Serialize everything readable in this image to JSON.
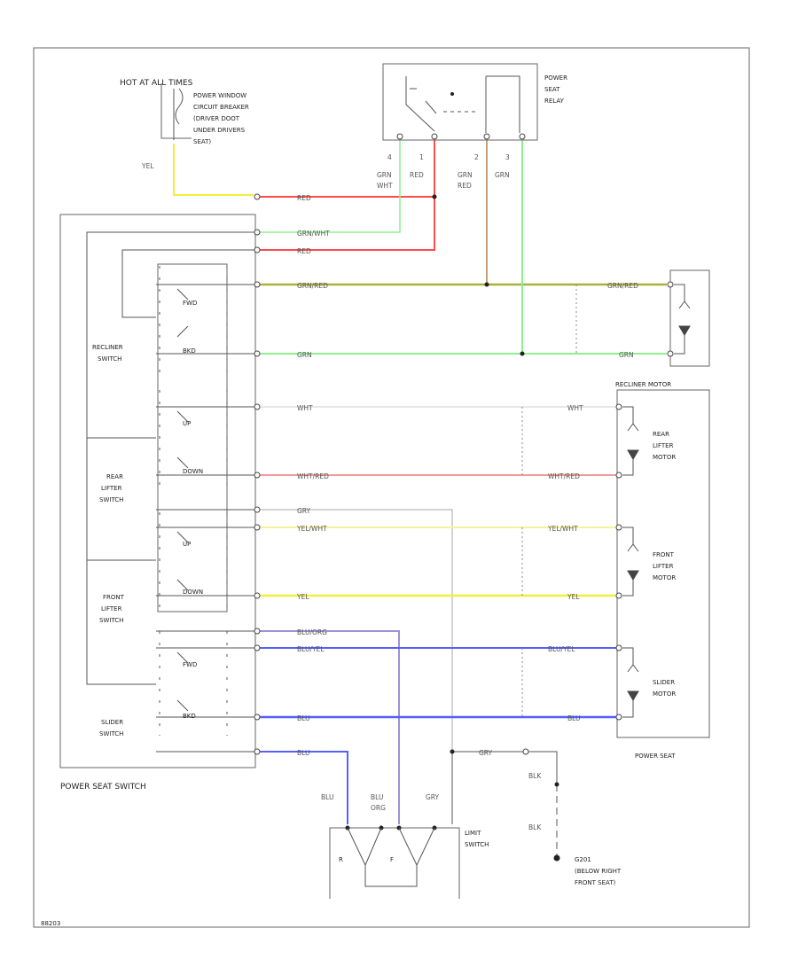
{
  "labels": {
    "hot_at_all_times": "HOT AT ALL TIMES",
    "circuit_breaker": [
      "POWER WINDOW",
      "CIRCUIT BREAKER",
      "(DRIVER DOOT",
      "UNDER DRIVERS",
      "SEAT)"
    ],
    "power_seat_relay": [
      "POWER",
      "SEAT",
      "RELAY"
    ],
    "relay_terminals": [
      "4",
      "1",
      "2",
      "3"
    ],
    "relay_wires": [
      [
        "GRN",
        "WHT"
      ],
      [
        "RED"
      ],
      [
        "GRN",
        "RED"
      ],
      [
        "GRN"
      ]
    ],
    "yel": "YEL",
    "recliner_switch": [
      "RECLINER",
      "SWITCH"
    ],
    "rear_lifter_switch": [
      "REAR",
      "LIFTER",
      "SWITCH"
    ],
    "front_lifter_switch": [
      "FRONT",
      "LIFTER",
      "SWITCH"
    ],
    "slider_switch": [
      "SLIDER",
      "SWITCH"
    ],
    "power_seat_switch": "POWER SEAT SWITCH",
    "recliner_motor": "RECLINER MOTOR",
    "rear_lifter_motor": [
      "REAR",
      "LIFTER",
      "MOTOR"
    ],
    "front_lifter_motor": [
      "FRONT",
      "LIFTER",
      "MOTOR"
    ],
    "slider_motor": [
      "SLIDER",
      "MOTOR"
    ],
    "power_seat": "POWER SEAT",
    "limit_switch": [
      "LIMIT",
      "SWITCH"
    ],
    "ground": [
      "G201",
      "(BELOW RIGHT",
      "FRONT SEAT)"
    ],
    "bottom_wires": [
      [
        "BLU"
      ],
      [
        "BLU",
        "ORG"
      ],
      [
        "GRY"
      ]
    ],
    "blk": "BLK",
    "fwd": "FWD",
    "bkd": "BKD",
    "up": "UP",
    "down": "DOWN",
    "figure_id": "88203"
  },
  "wires": {
    "red": "RED",
    "grn_wht": "GRN/WHT",
    "grn_red": "GRN/RED",
    "grn": "GRN",
    "wht": "WHT",
    "wht_red": "WHT/RED",
    "gry": "GRY",
    "yel_wht": "YEL/WHT",
    "yel": "YEL",
    "blu_org": "BLU/ORG",
    "blu_yel": "BLU/YEL",
    "blu": "BLU"
  },
  "colors": {
    "red": "#ff4b4b",
    "green": "#8ef08e",
    "olive": "#a7b23a",
    "tan": "#c8a070",
    "yellow": "#f2ee3c",
    "pale_yellow": "#f5f29a",
    "pink": "#f19a9a",
    "blue": "#5560ff",
    "purple": "#9b92d8",
    "gray": "#aaaaaa"
  }
}
